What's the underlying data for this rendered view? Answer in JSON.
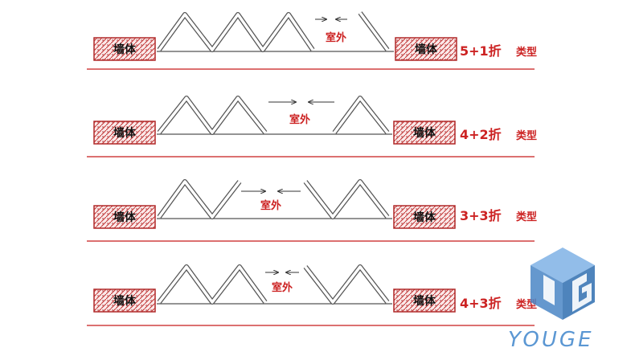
{
  "rows": [
    {
      "wall_left": "墙体",
      "wall_right": "墙体",
      "outside_label": "室外",
      "type_combo": "5+1折",
      "type_word": "类型"
    },
    {
      "wall_left": "墙体",
      "wall_right": "墙体",
      "outside_label": "室外",
      "type_combo": "4+2折",
      "type_word": "类型"
    },
    {
      "wall_left": "墙体",
      "wall_right": "墙体",
      "outside_label": "室外",
      "type_combo": "3+3折",
      "type_word": "类型"
    },
    {
      "wall_left": "墙体",
      "wall_right": "墙体",
      "outside_label": "室外",
      "type_combo": "4+3折",
      "type_word": "类型"
    }
  ],
  "logo": {
    "word": "YOUGE",
    "icon": "jg-monogram-logo"
  },
  "colors": {
    "accent_red": "#cc2222",
    "line_red": "#d04040",
    "logo_blue": "#5b97d3"
  }
}
